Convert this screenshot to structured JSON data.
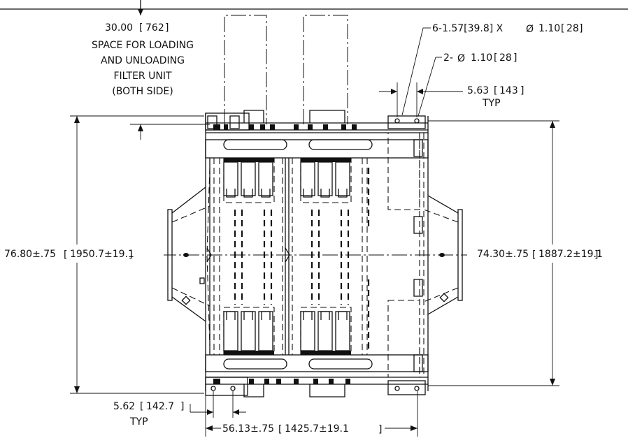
{
  "dimensions": {
    "clearance_value": "30.00",
    "clearance_metric": "762",
    "clearance_note_1": "SPACE FOR LOADING",
    "clearance_note_2": "AND UNLOADING",
    "clearance_note_3": "FILTER UNIT",
    "clearance_note_4": "(BOTH SIDE)",
    "slot_callout_prefix": "6-1.57[39.8] X",
    "slot_callout_dia": "Ø",
    "slot_callout_size": "1.10",
    "slot_callout_metric": "28",
    "hole_callout_prefix": "2-",
    "hole_callout_dia": "Ø",
    "hole_callout_size": "1.10",
    "hole_callout_metric": "28",
    "top_offset_value": "5.63",
    "top_offset_metric": "143",
    "top_offset_typ": "TYP",
    "left_height_value": "76.80±.75",
    "left_height_metric": "1950.7±19.1",
    "right_height_value": "74.30±.75",
    "right_height_metric": "1887.2±19.1",
    "bottom_offset_value": "5.62",
    "bottom_offset_metric": "142.7",
    "bottom_offset_typ": "TYP",
    "width_value": "56.13±.75",
    "width_metric": "1425.7±19.1"
  }
}
